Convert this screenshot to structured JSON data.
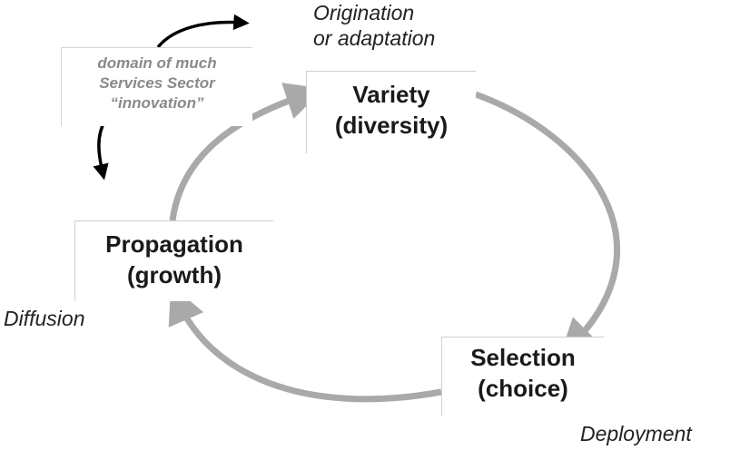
{
  "stages": {
    "variety": {
      "title": "Variety",
      "subtitle": "(diversity)"
    },
    "propagation": {
      "title": "Propagation",
      "subtitle": "(growth)"
    },
    "selection": {
      "title": "Selection",
      "subtitle": "(choice)"
    }
  },
  "phases": {
    "origination_line1": "Origination",
    "origination_line2": "or adaptation",
    "diffusion": "Diffusion",
    "deployment": "Deployment"
  },
  "note": {
    "line1": "domain of much",
    "line2": "Services Sector",
    "line3": "“innovation”"
  },
  "colors": {
    "cycle_arrow": "#a9a9a9",
    "note_arrow": "#000000",
    "note_text": "#8a8a8a"
  }
}
